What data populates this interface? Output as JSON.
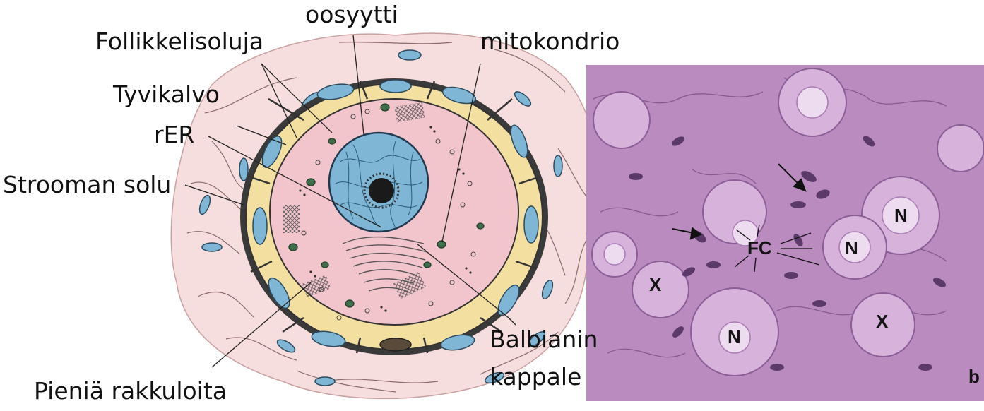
{
  "diagram": {
    "labels": {
      "oosyytti": "oosyytti",
      "follikkelisoluja": "Follikkelisoluja",
      "mitokondrio": "mitokondrio",
      "tyvikalvo": "Tyvikalvo",
      "rer": "rER",
      "strooman_solu": "Strooman solu",
      "balbianin_line1": "Balbianin",
      "balbianin_line2": "kappale",
      "pienia_rakkuloita": "Pieniä rakkuloita"
    }
  },
  "micrograph": {
    "labels": {
      "n": "N",
      "fc": "FC",
      "x": "X",
      "b": "b"
    }
  },
  "colors": {
    "cytoplasm": "#f2c4cc",
    "nucleus": "#7fb6d6",
    "follicle_cell": "#f3dfa0",
    "stroma": "#f7dede",
    "tissue": "#b98bbf"
  }
}
